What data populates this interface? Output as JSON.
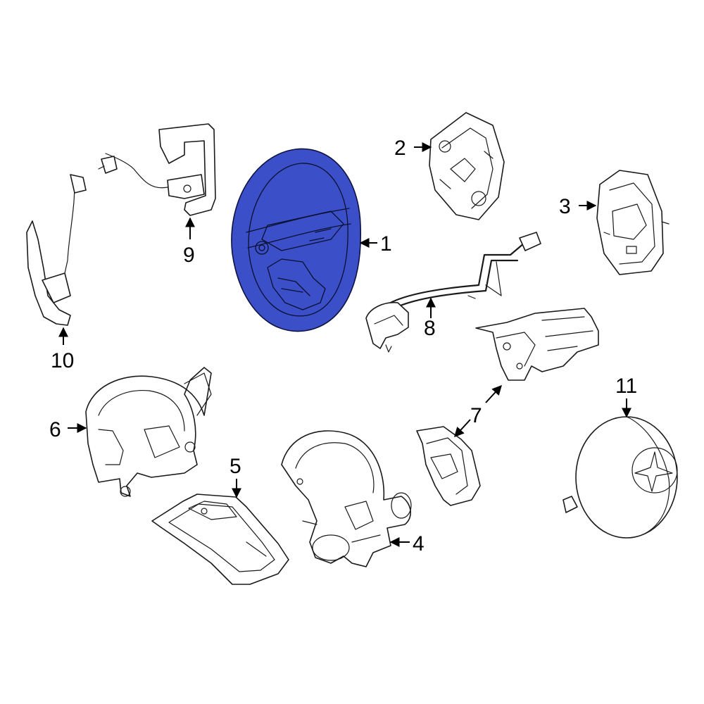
{
  "colors": {
    "highlight": "#3B4FC8",
    "line": "#1a1a1a",
    "background": "#ffffff"
  },
  "highlighted_part": "1",
  "callouts": [
    {
      "id": "c1",
      "label": "1",
      "part": "steering-wheel"
    },
    {
      "id": "c2",
      "label": "2",
      "part": "rear-cover"
    },
    {
      "id": "c3",
      "label": "3",
      "part": "control-module"
    },
    {
      "id": "c4",
      "label": "4",
      "part": "column-switch-assembly"
    },
    {
      "id": "c5",
      "label": "5",
      "part": "lower-trim-cover"
    },
    {
      "id": "c6",
      "label": "6",
      "part": "upper-column-shroud"
    },
    {
      "id": "c7",
      "label": "7",
      "part": "side-trim-covers"
    },
    {
      "id": "c8",
      "label": "8",
      "part": "wiring-harness"
    },
    {
      "id": "c9",
      "label": "9",
      "part": "right-shift-paddle"
    },
    {
      "id": "c10",
      "label": "10",
      "part": "left-shift-paddle"
    },
    {
      "id": "c11",
      "label": "11",
      "part": "air-bag-module"
    }
  ]
}
